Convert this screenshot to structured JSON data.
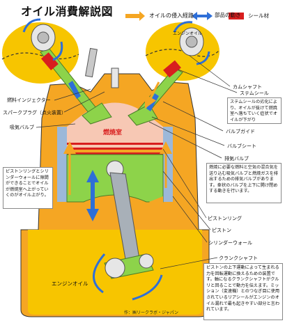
{
  "title": "オイル消費解説図",
  "legend": {
    "oil_path": "オイルの侵入経路",
    "part_motion": "部品の動き",
    "seal": "シール材",
    "oil_color": "#f5a623",
    "motion_color": "#2e6fd8",
    "seal_color": "#d81e1e"
  },
  "labels": {
    "engine_oil_top": "エンジンオイル",
    "fuel_injector": "燃料インジェクター",
    "spark_plug": "スパークプラグ（点火装置）",
    "intake_valve": "吸気バルブ",
    "camshaft": "カムシャフト",
    "stem_seal": "ステムシール",
    "valve_guide": "バルブガイド",
    "valve_seat": "バルブシート",
    "exhaust_valve": "排気バルブ",
    "combustion_chamber": "燃焼室",
    "piston_ring": "ピストンリング",
    "piston": "ピストン",
    "cylinder_wall": "シリンダーウォール",
    "engine_oil_bottom": "エンジンオイル",
    "crankshaft": "クランクシャフト"
  },
  "notes": {
    "stem_seal_note": "ステムシールの劣化により、オイルが抜けて燃焼室へ落ちていく症状でオイルが下がり",
    "piston_ring_note": "ピストンリングとシリンダーウォールに隙間ができることでオイルが燃焼室へ上がっていくのがオイル上がり。",
    "exhaust_note": "燃焼に必要な燃料と空気の混合気を送り込む吸気バルブと燃焼ガスを排出するための排気バルブがあります。傘状のバルブを上下に開け閉めする動きを行います。",
    "crank_note": "ピストンの上下運動によって生まれる力を回転運動に換えるための装置です。軸になるクランクシャフトがクルリと回ることで動力を伝えます。ミッション（変速機）とのつなぎ目に使用されているリアシールがエンジンのオイル漏れで最も起きやすい部分と言われています。"
  },
  "credit": "作：㈱リークラボ・ジャパン"
}
